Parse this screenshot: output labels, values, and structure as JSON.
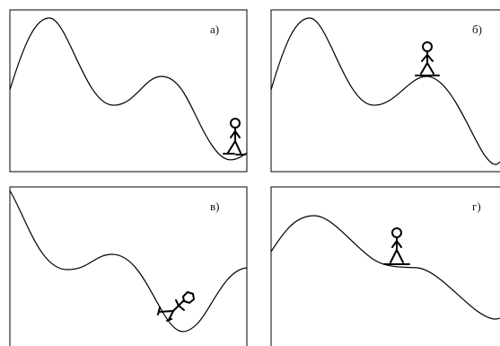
{
  "panels": [
    {
      "id": "a",
      "label": "а)",
      "state": "stable equilibrium (valley bottom)"
    },
    {
      "id": "b",
      "label": "б)",
      "state": "unstable equilibrium (hill top)"
    },
    {
      "id": "v",
      "label": "в)",
      "state": "falling / moving down slope"
    },
    {
      "id": "g",
      "label": "г)",
      "state": "neutral equilibrium (flat plateau)"
    }
  ]
}
